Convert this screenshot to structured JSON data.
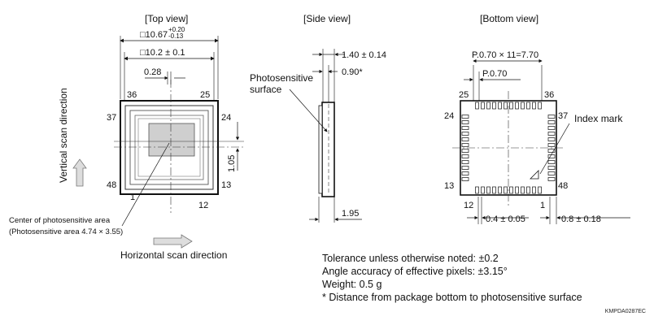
{
  "views": {
    "top": "[Top view]",
    "side": "[Side view]",
    "bottom": "[Bottom view]"
  },
  "top_view": {
    "outer_dim_main": "□10.67",
    "outer_dim_tol_plus": "+0.20",
    "outer_dim_tol_minus": "-0.13",
    "inner_dim": "□10.2 ± 0.1",
    "offset_x": "0.28",
    "offset_y": "1.05",
    "pins": {
      "p36": "36",
      "p25": "25",
      "p37": "37",
      "p24": "24",
      "p48": "48",
      "p13": "13",
      "p1": "1",
      "p12": "12"
    },
    "vertical_scan": "Vertical scan direction",
    "horizontal_scan": "Horizontal scan direction",
    "center_label_1": "Center of photosensitive area",
    "center_label_2": "(Photosensitive area 4.74 × 3.55)"
  },
  "side_view": {
    "thickness": "1.40 ± 0.14",
    "surface_depth": "0.90*",
    "photosensitive_1": "Photosensitive",
    "photosensitive_2": "surface",
    "bottom_dim": "1.95"
  },
  "bottom_view": {
    "pitch_total": "P.0.70 × 11=7.70",
    "pitch": "P.0.70",
    "index_mark": "Index mark",
    "pad_width": "0.4 ± 0.05",
    "pad_length": "0.8 ± 0.18",
    "pins": {
      "p25": "25",
      "p36": "36",
      "p24": "24",
      "p37": "37",
      "p13": "13",
      "p48": "48",
      "p12": "12",
      "p1": "1"
    }
  },
  "notes": {
    "line1": "Tolerance unless otherwise noted: ±0.2",
    "line2": "Angle accuracy of effective pixels: ±3.15°",
    "line3": "Weight: 0.5 g",
    "line4": "* Distance from package bottom to photosensitive surface"
  },
  "drawing_code": "KMPDA0287EC"
}
